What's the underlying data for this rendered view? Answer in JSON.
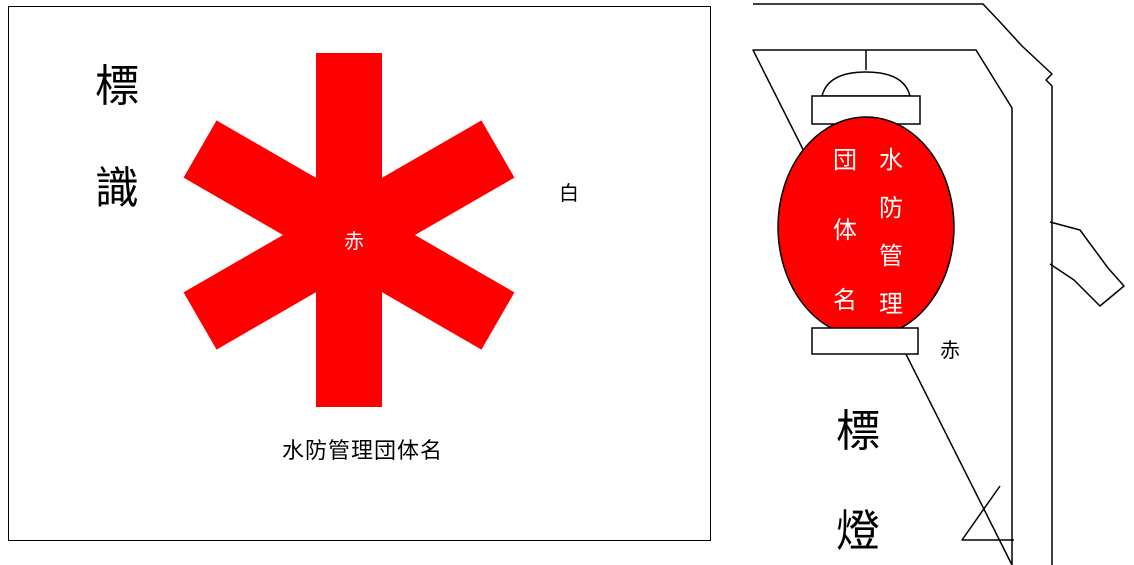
{
  "flag": {
    "title_chars": [
      "標",
      "識"
    ],
    "color_label": "白",
    "symbol_label": "赤",
    "org_name": "水防管理団体名",
    "symbol_color": "#ff0000",
    "background_color": "#ffffff"
  },
  "lantern": {
    "text_col_right": [
      "水",
      "防",
      "管",
      "理"
    ],
    "text_col_left": [
      "団",
      "体",
      "名"
    ],
    "color_label": "赤",
    "title_chars": [
      "標",
      "燈"
    ],
    "body_color": "#ff0000"
  }
}
